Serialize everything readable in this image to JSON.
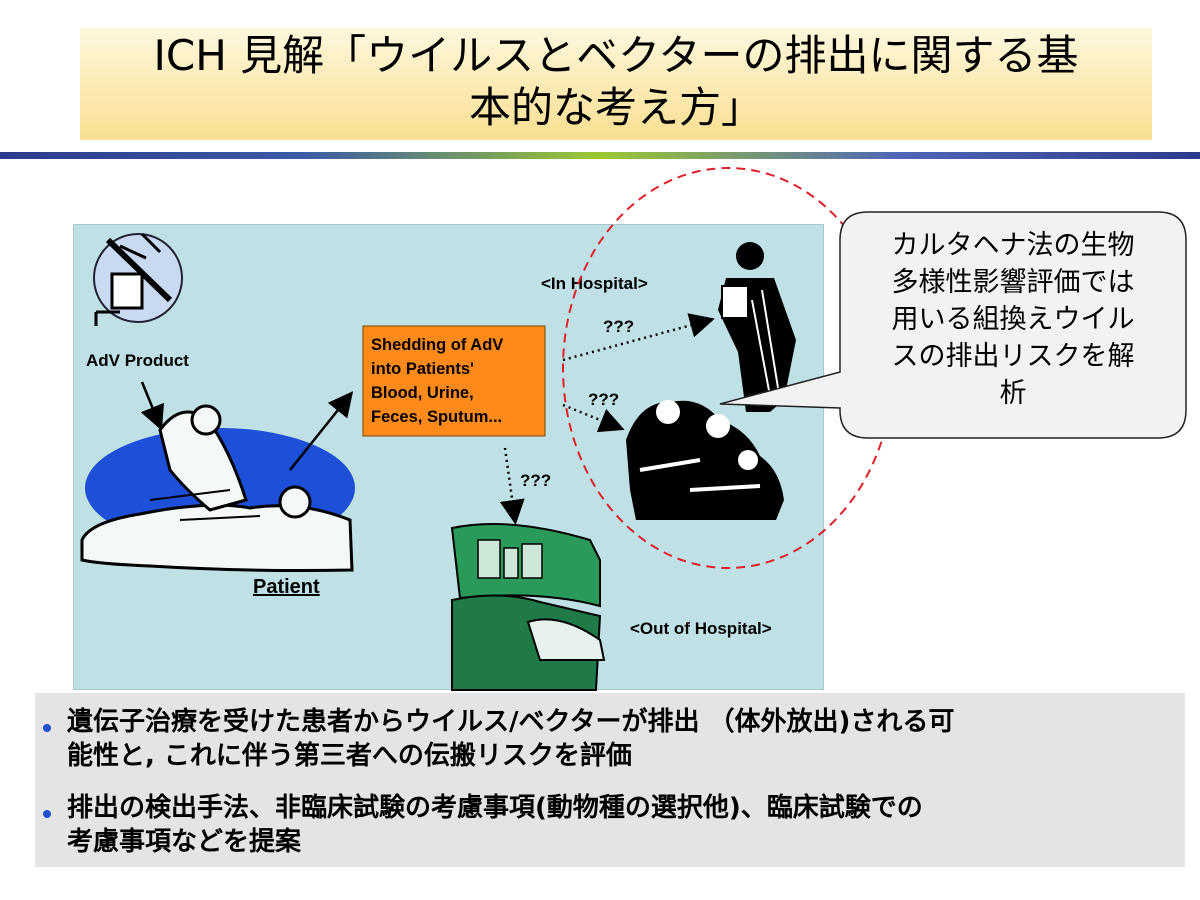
{
  "title": {
    "line1": "ICH 見解「ウイルスとベクターの排出に関する基",
    "line2": "本的な考え方」"
  },
  "figure": {
    "adv_product": "AdV Product",
    "patient": "Patient",
    "shedding": [
      "Shedding of AdV",
      "into Patients'",
      "Blood, Urine,",
      "Feces, Sputum..."
    ],
    "in_hospital": "<In Hospital>",
    "out_of_hospital": "<Out of Hospital>",
    "question": "???"
  },
  "callout": {
    "lines": [
      "カルタヘナ法の生物",
      "多様性影響評価では",
      "用いる組換えウイル",
      "スの排出リスクを解",
      "析"
    ]
  },
  "bullets": [
    {
      "line1": "遺伝子治療を受けた患者からウイルス/ベクターが排出 （体外放出)される可",
      "line2": "能性と, これに伴う第三者への伝搬リスクを評価"
    },
    {
      "line1": "排出の検出手法、非臨床試験の考慮事項(動物種の選択他)、臨床試験での",
      "line2": "考慮事項などを提案"
    }
  ],
  "colors": {
    "accent_bullet": "#1f4fd1",
    "shedding_box": "#ff8a1a",
    "dashed_ellipse": "#e0202a",
    "figure_bg": "#bfe1e5"
  }
}
